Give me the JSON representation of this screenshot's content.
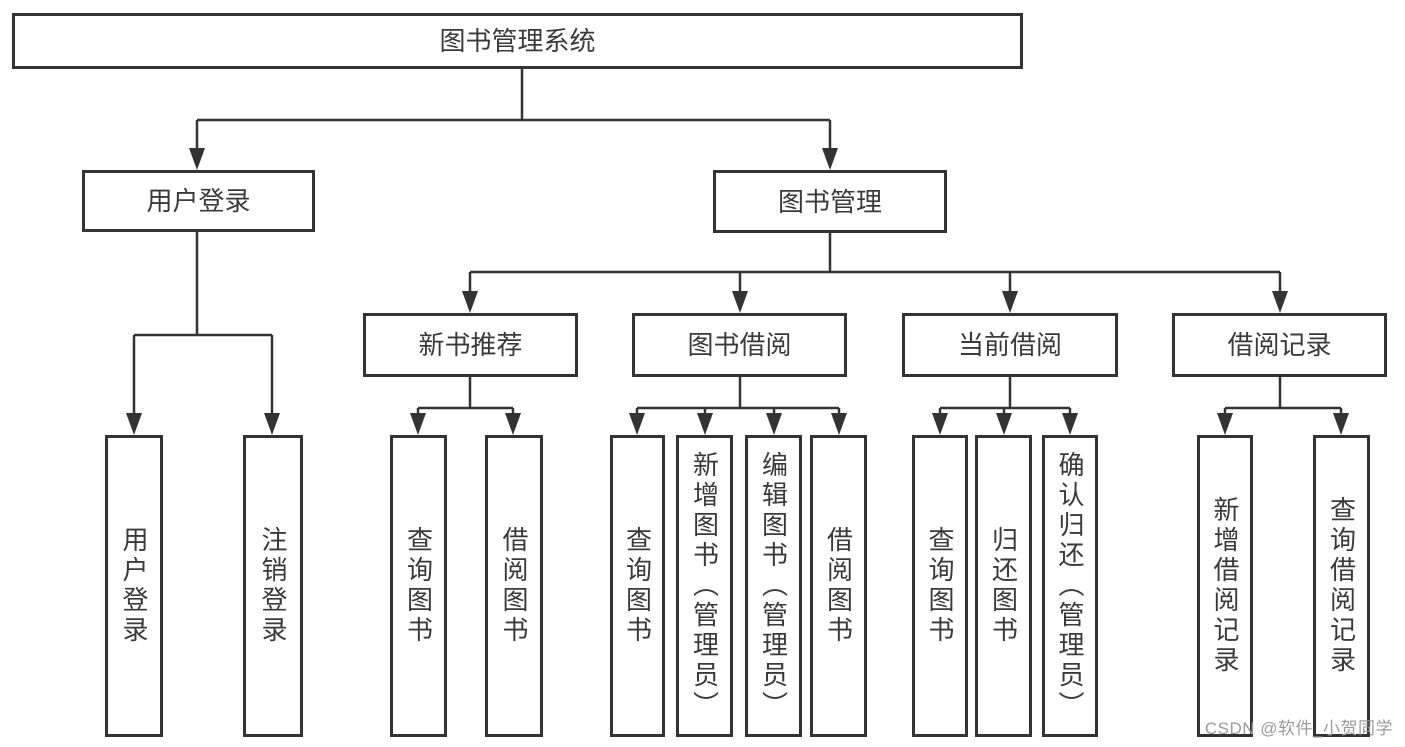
{
  "tree": {
    "root": {
      "label": "图书管理系统",
      "children": [
        {
          "label": "用户登录",
          "children": [
            {
              "label": "用户登录"
            },
            {
              "label": "注销登录"
            }
          ]
        },
        {
          "label": "图书管理",
          "children": [
            {
              "label": "新书推荐",
              "children": [
                {
                  "label": "查询图书"
                },
                {
                  "label": "借阅图书"
                }
              ]
            },
            {
              "label": "图书借阅",
              "children": [
                {
                  "label": "查询图书"
                },
                {
                  "label": "新增图书（管理员）"
                },
                {
                  "label": "编辑图书（管理员）"
                },
                {
                  "label": "借阅图书"
                }
              ]
            },
            {
              "label": "当前借阅",
              "children": [
                {
                  "label": "查询图书"
                },
                {
                  "label": "归还图书"
                },
                {
                  "label": "确认归还（管理员）"
                }
              ]
            },
            {
              "label": "借阅记录",
              "children": [
                {
                  "label": "新增借阅记录"
                },
                {
                  "label": "查询借阅记录"
                }
              ]
            }
          ]
        }
      ]
    }
  },
  "watermark": {
    "text": "CSDN @软件_小贺同学"
  },
  "colors": {
    "line": "#333333",
    "text": "#3a3a3a",
    "background": "#ffffff",
    "watermark": "#9b9b9b"
  }
}
